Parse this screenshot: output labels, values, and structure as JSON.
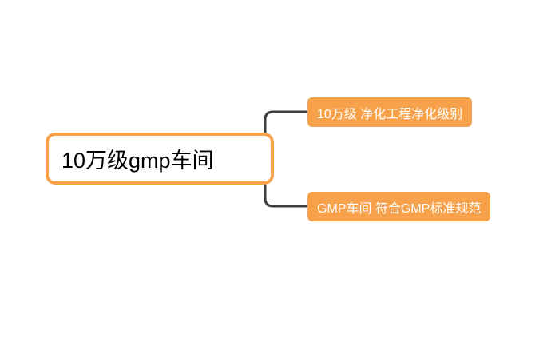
{
  "colors": {
    "accent": "#f7a14a",
    "connector": "#3d3d3d",
    "text-on-accent": "#ffffff",
    "text-root": "#000000",
    "background": "#ffffff"
  },
  "mindmap": {
    "root": {
      "label": "10万级gmp车间"
    },
    "children": [
      {
        "label": "10万级 净化工程净化级别"
      },
      {
        "label": "GMP车间 符合GMP标准规范"
      }
    ]
  }
}
